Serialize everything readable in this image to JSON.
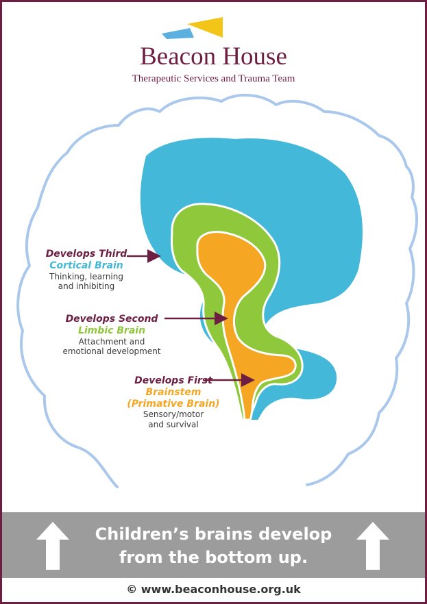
{
  "header": {
    "brand_name": "Beacon House",
    "brand_subtitle": "Therapeutic Services and Trauma Team"
  },
  "diagram": {
    "stages": [
      {
        "order": "Develops Third",
        "region": "Cortical Brain",
        "description_lines": [
          "Thinking, learning",
          "and inhibiting"
        ],
        "color": "#44b8d8"
      },
      {
        "order": "Develops Second",
        "region": "Limbic Brain",
        "description_lines": [
          "Attachment and",
          "emotional development"
        ],
        "color": "#8fc83a"
      },
      {
        "order": "Develops First",
        "region_lines": [
          "Brainstem",
          "(Primative Brain)"
        ],
        "description_lines": [
          "Sensory/motor",
          "and survival"
        ],
        "color": "#f5a623"
      }
    ]
  },
  "banner": {
    "line1": "Children’s brains develop",
    "line2": "from the bottom up.",
    "arrow_icon": "up-arrow-icon"
  },
  "footer": {
    "copyright_symbol": "©",
    "url": "www.beaconhouse.org.uk"
  },
  "colors": {
    "brand": "#6d1f42",
    "head_outline": "#aac8ec",
    "cortical": "#44b8d8",
    "limbic": "#8fc83a",
    "brainstem": "#f5a623",
    "banner": "#9c9c9c"
  }
}
